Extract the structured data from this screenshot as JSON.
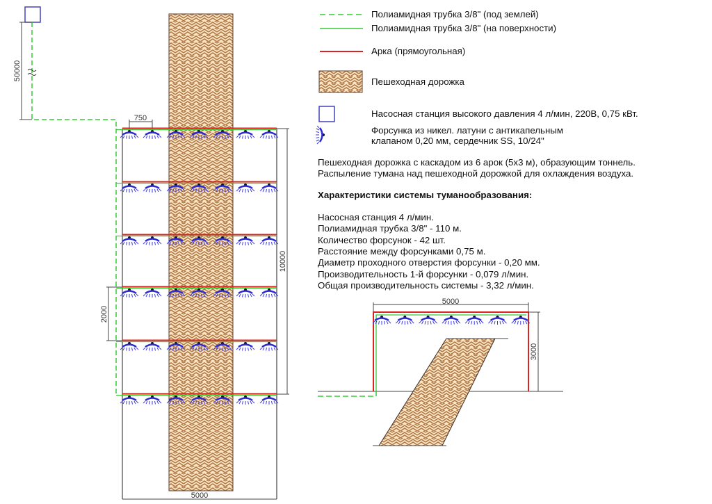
{
  "legend": {
    "items": [
      {
        "id": "tube-underground",
        "symbol": "green-dashed-line",
        "label": "Полиамидная трубка 3/8\" (под землей)"
      },
      {
        "id": "tube-surface",
        "symbol": "green-solid-line",
        "label": "Полиамидная трубка 3/8\" (на поверхности)"
      },
      {
        "id": "arch",
        "symbol": "red-line",
        "label": "Арка (прямоугольная)"
      },
      {
        "id": "walkway",
        "symbol": "herringbone-hatch",
        "label": "Пешеходная дорожка"
      },
      {
        "id": "pump",
        "symbol": "blue-square",
        "label": "Насосная станция высокого давления 4 л/мин, 220В, 0,75 кВт."
      },
      {
        "id": "nozzle",
        "symbol": "nozzle",
        "label_line1": "Форсунка из никел. латуни с антикапельным",
        "label_line2": "клапаном 0,20 мм, сердечник SS, 10/24\""
      }
    ]
  },
  "description": {
    "line1": "Пешеходная дорожка с каскадом из 6 арок (5х3 м), образующим тоннель.",
    "line2": "Распыление тумана над пешеходной дорожкой для охлаждения воздуха."
  },
  "specs": {
    "title": "Характеристики системы туманообразования:",
    "lines": [
      "Насосная станция 4 л/мин.",
      "Полиамидная трубка 3/8\" - 110 м.",
      "Количество форсунок - 42 шт.",
      "Расстояние между форсунками 0,75 м.",
      "Диаметр проходного отверстия форсунки - 0,20 мм.",
      "Производительность 1-й форсунки - 0,079 л/мин.",
      "Общая производительность системы - 3,32 л/мин."
    ]
  },
  "plan_view": {
    "dimensions": {
      "supply_length": "50000",
      "nozzle_spacing": "750",
      "arch_spacing": "2000",
      "total_length": "10000",
      "width": "5000"
    },
    "arch_count": 6,
    "nozzles_per_arch": 7
  },
  "section_view": {
    "dimensions": {
      "width": "5000",
      "height": "3000"
    },
    "nozzles_per_arch": 7
  },
  "colors": {
    "tube": "#33cc33",
    "arch": "#dd2222",
    "pump": "#4444bb",
    "nozzle": "#2222cc",
    "walkway_fill": "#fbe6c4",
    "walkway_hatch": "#b07a4a",
    "dimension": "#444444"
  }
}
